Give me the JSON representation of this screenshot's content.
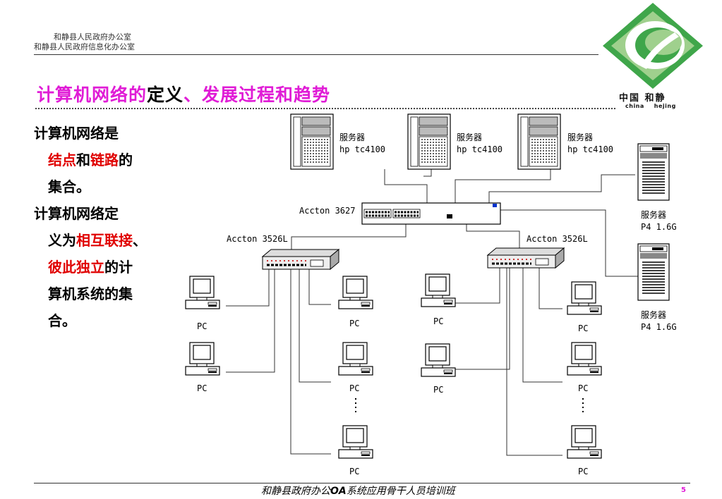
{
  "header": {
    "org_line_1": "和静县人民政府办公室",
    "org_line_2": "和静县人民政府信息化办公室"
  },
  "logo": {
    "text_zh": "中国 和静",
    "text_en_1": "china",
    "text_en_2": "hejing"
  },
  "title": {
    "part1": "计算机网络的",
    "part2": "定义",
    "part3": "、发展过程和趋势"
  },
  "body": {
    "p1_a": "计算机网络是",
    "p1_b": "结点",
    "p1_c": "和",
    "p1_d": "链路",
    "p1_e": "的",
    "p1_f": "集合。",
    "p2_a": "计算机网络定",
    "p2_b": "义为",
    "p2_c": "相互联接",
    "p2_d": "、",
    "p2_e": "彼此独立",
    "p2_f": "的计",
    "p2_g": "算机系统的集",
    "p2_h": "合。"
  },
  "diagram": {
    "server_label": "服务器",
    "server_model": "hp tc4100",
    "server2_label": "服务器",
    "server2_model": "P4 1.6G",
    "core_switch": "Accton 3627",
    "edge_switch": "Accton 3526L",
    "pc_label": "PC"
  },
  "footer": {
    "text_a": "和静县政府办公",
    "text_b": "OA",
    "text_c": "系统应用骨干人员培训班",
    "page": "5"
  }
}
